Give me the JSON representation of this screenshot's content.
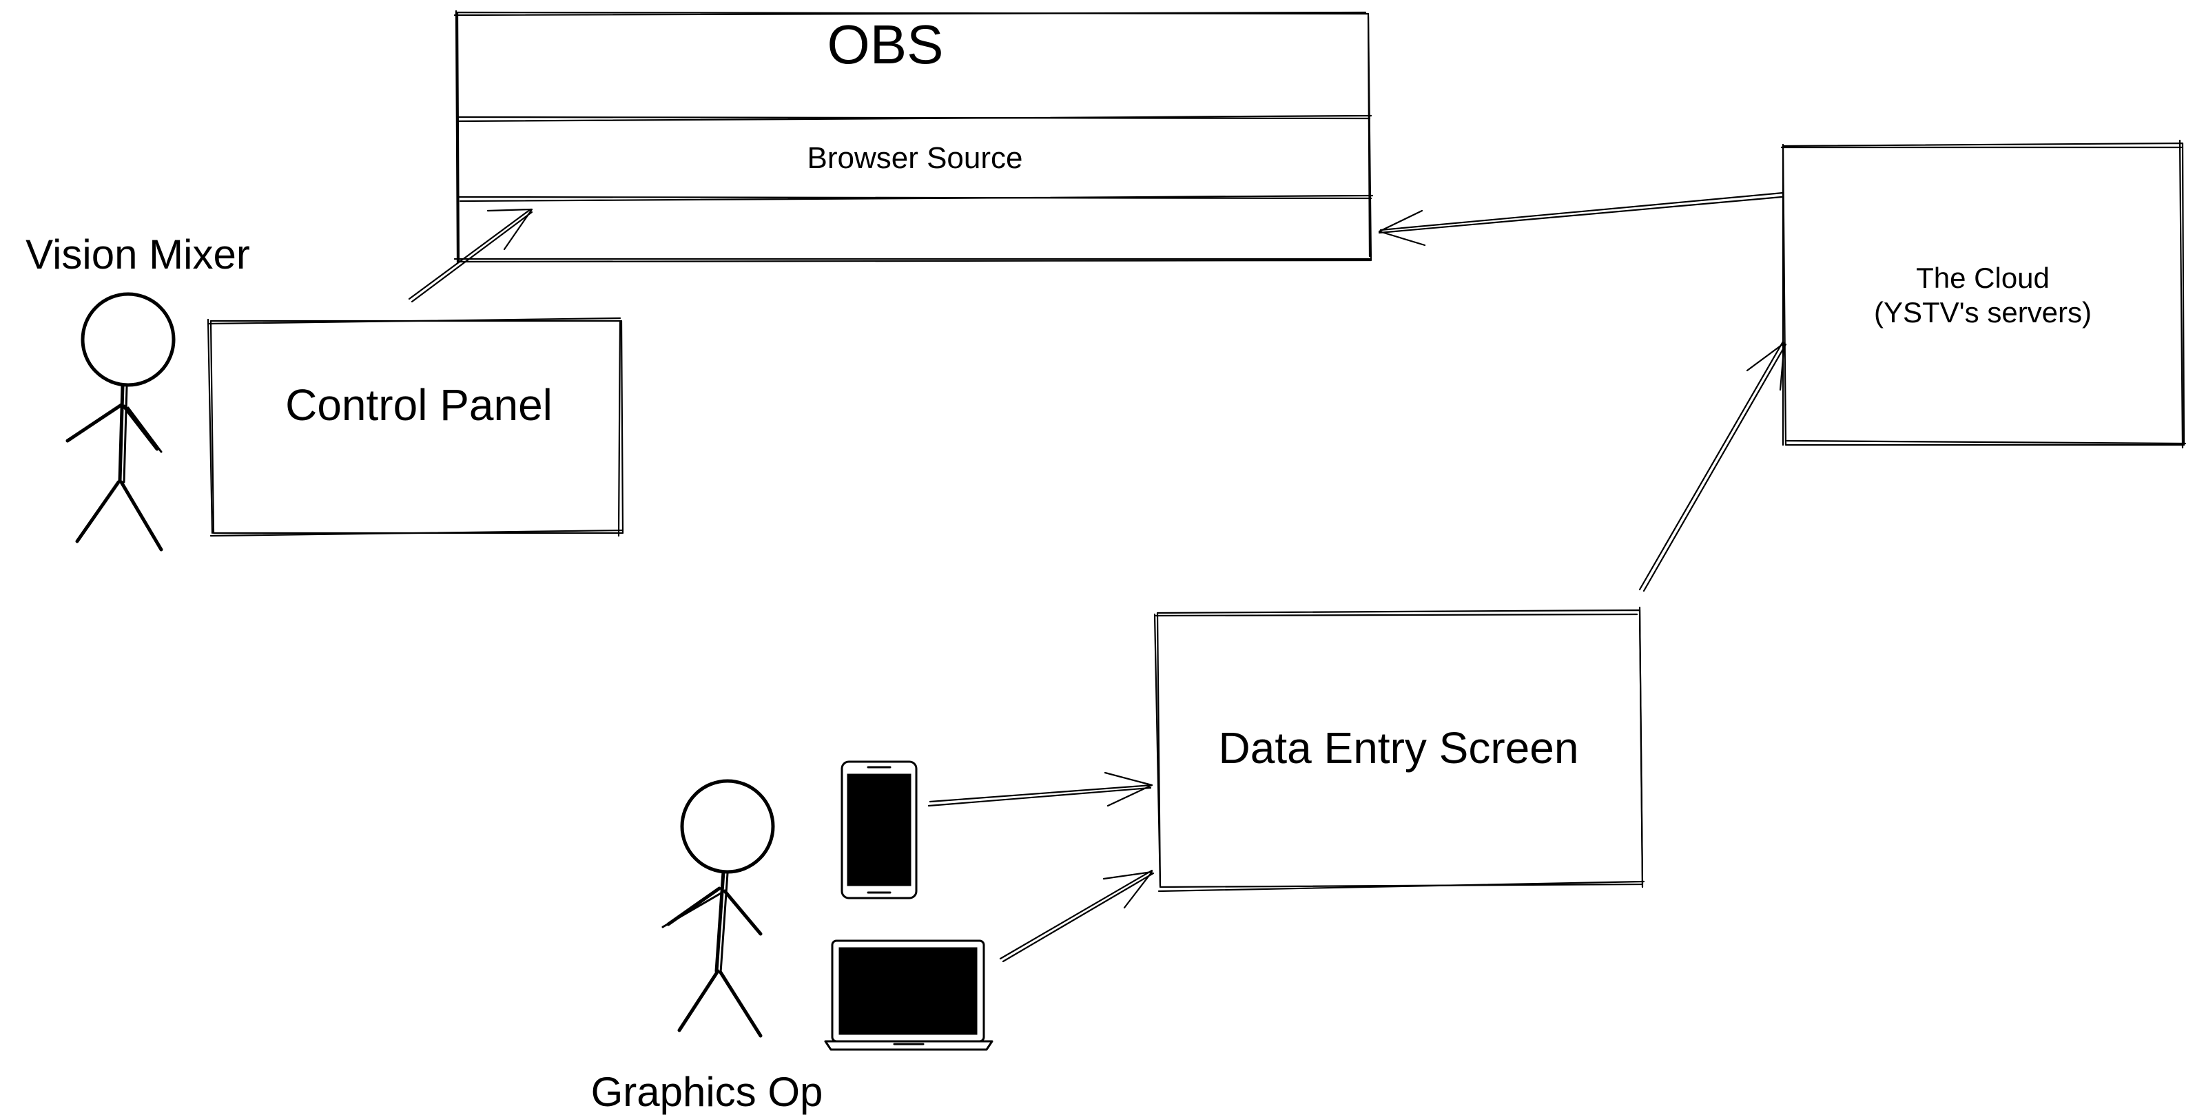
{
  "diagram": {
    "obs": {
      "title": "OBS",
      "browser_source_label": "Browser Source"
    },
    "vision_mixer_label": "Vision Mixer",
    "control_panel_label": "Control Panel",
    "cloud": {
      "line1": "The Cloud",
      "line2": "(YSTV's servers)"
    },
    "data_entry_label": "Data Entry Screen",
    "graphics_op_label": "Graphics Op",
    "icons": [
      "stick-figure-icon",
      "phone-icon",
      "laptop-icon",
      "arrow-icon"
    ],
    "connections": [
      {
        "from": "Control Panel",
        "to": "Browser Source"
      },
      {
        "from": "The Cloud",
        "to": "OBS"
      },
      {
        "from": "Data Entry Screen",
        "to": "The Cloud"
      },
      {
        "from": "phone",
        "to": "Data Entry Screen"
      },
      {
        "from": "laptop",
        "to": "Data Entry Screen"
      }
    ]
  }
}
